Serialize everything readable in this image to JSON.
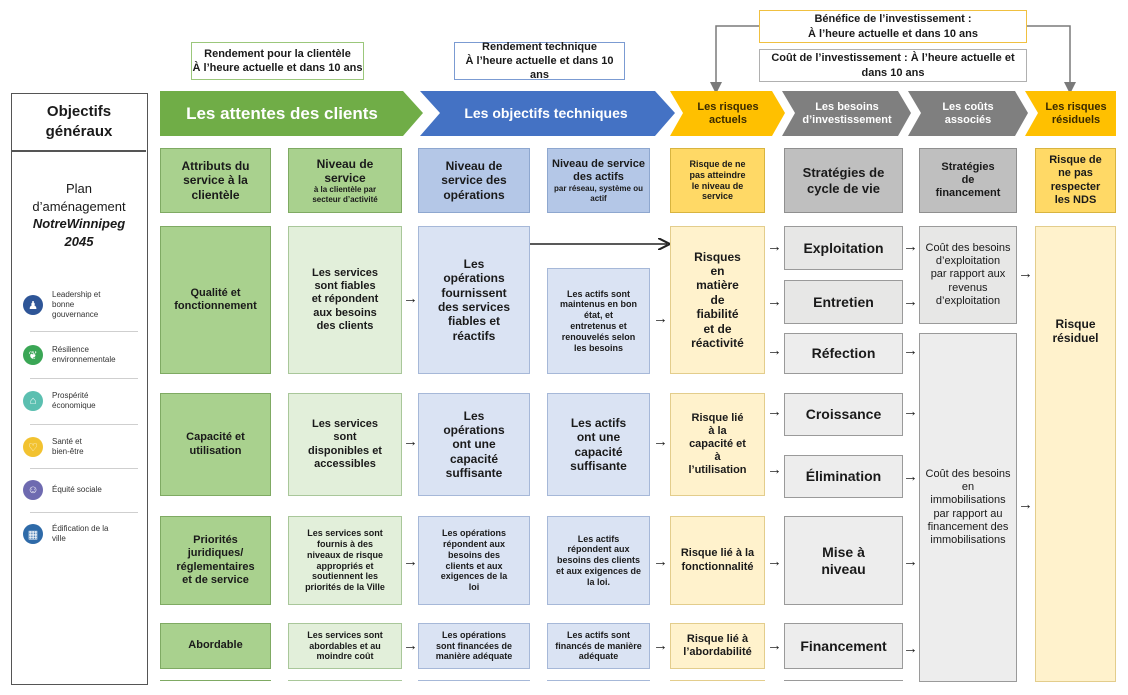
{
  "top_notes": {
    "client_return": [
      "Rendement pour la clientèle",
      "À l’heure actuelle et dans 10 ans"
    ],
    "technical_return": [
      "Rendement technique",
      "À l’heure actuelle et dans 10 ans"
    ],
    "investment_benefit": [
      "Bénéfice de l’investissement :",
      "À l’heure actuelle et dans 10 ans"
    ],
    "investment_cost": [
      "Coût de l’investissement : À l’heure actuelle et",
      "dans 10 ans"
    ]
  },
  "sidebar": {
    "title": [
      "Objectifs",
      "généraux"
    ],
    "plan": [
      "Plan",
      "d’aménagement"
    ],
    "plan_italic": [
      "NotreWinnipeg",
      "2045"
    ],
    "items": [
      {
        "label": [
          "Leadership et",
          "bonne",
          "gouvernance"
        ],
        "color": "#2e5597",
        "glyph": "♟"
      },
      {
        "label": [
          "Résilience",
          "environnementale"
        ],
        "color": "#3aa655",
        "glyph": "❦"
      },
      {
        "label": [
          "Prospérité",
          "économique"
        ],
        "color": "#5bbfb0",
        "glyph": "⌂"
      },
      {
        "label": [
          "Santé et",
          "bien-être"
        ],
        "color": "#f2c230",
        "glyph": "♡"
      },
      {
        "label": [
          "Équité sociale"
        ],
        "color": "#6e6ab0",
        "glyph": "☺"
      },
      {
        "label": [
          "Édification de la",
          "ville"
        ],
        "color": "#2e6aa8",
        "glyph": "▦"
      }
    ]
  },
  "header": {
    "client_expectations": "Les attentes des clients",
    "technical_objectives": "Les objectifs techniques",
    "current_risks": [
      "Les risques",
      "actuels"
    ],
    "investment_needs": [
      "Les besoins",
      "d’investissement"
    ],
    "associated_costs": [
      "Les coûts",
      "associés"
    ],
    "residual_risks": [
      "Les risques",
      "résiduels"
    ]
  },
  "column_heads": {
    "service_attributes": [
      "Attributs du",
      "service à la",
      "clientèle"
    ],
    "service_level_title": [
      "Niveau de",
      "service"
    ],
    "service_level_sub": [
      "à la clientèle par",
      "secteur d’activité"
    ],
    "operations_service": [
      "Niveau de",
      "service des",
      "opérations"
    ],
    "asset_service_title": [
      "Niveau de service",
      "des actifs"
    ],
    "asset_service_sub": [
      "par réseau, système ou",
      "actif"
    ],
    "risk_not_reach": [
      "Risque de ne",
      "pas atteindre",
      "le niveau de",
      "service"
    ],
    "lifecycle": [
      "Stratégies de",
      "cycle de vie"
    ],
    "financing": [
      "Stratégies",
      "de",
      "financement"
    ],
    "risk_nds": [
      "Risque de",
      "ne pas",
      "respecter",
      "les NDS"
    ]
  },
  "rows": {
    "quality": {
      "attribute": [
        "Qualité et",
        "fonctionnement"
      ],
      "service": [
        "Les services",
        "sont fiables",
        "et répondent",
        "aux besoins",
        "des clients"
      ],
      "operations": [
        "Les",
        "opérations",
        "fournissent",
        "des services",
        "fiables et",
        "réactifs"
      ],
      "assets": [
        "Les actifs sont",
        "maintenus en bon",
        "état, et",
        "entretenus et",
        "renouvelés selon",
        "les besoins"
      ],
      "risk": [
        "Risques",
        "en",
        "matière",
        "de",
        "fiabilité",
        "et de",
        "réactivité"
      ]
    },
    "capacity": {
      "attribute": [
        "Capacité et",
        "utilisation"
      ],
      "service": [
        "Les services",
        "sont",
        "disponibles et",
        "accessibles"
      ],
      "operations": [
        "Les",
        "opérations",
        "ont une",
        "capacité",
        "suffisante"
      ],
      "assets": [
        "Les actifs",
        "ont une",
        "capacité",
        "suffisante"
      ],
      "risk": [
        "Risque lié",
        "à la",
        "capacité et",
        "à",
        "l’utilisation"
      ]
    },
    "priorities": {
      "attribute": [
        "Priorités",
        "juridiques/",
        "réglementaires",
        "et de service"
      ],
      "service": [
        "Les services sont",
        "fournis à des",
        "niveaux de risque",
        "appropriés et",
        "soutiennent les",
        "priorités de la Ville"
      ],
      "operations": [
        "Les opérations",
        "répondent aux",
        "besoins des",
        "clients et aux",
        "exigences de la",
        "loi"
      ],
      "assets": [
        "Les actifs",
        "répondent aux",
        "besoins des clients",
        "et aux exigences de",
        "la loi."
      ],
      "risk": [
        "Risque lié à la",
        "fonctionnalité"
      ]
    },
    "affordable": {
      "attribute": "Abordable",
      "service": [
        "Les services sont",
        "abordables et au",
        "moindre coût"
      ],
      "operations": [
        "Les opérations",
        "sont financées de",
        "manière adéquate"
      ],
      "assets": [
        "Les actifs sont",
        "financés de manière",
        "adéquate"
      ],
      "risk": [
        "Risque lié à",
        "l’abordabilité"
      ]
    }
  },
  "strategies": {
    "exploitation": "Exploitation",
    "entretien": "Entretien",
    "refection": "Réfection",
    "croissance": "Croissance",
    "elimination": "Élimination",
    "mise_a_niveau": [
      "Mise à",
      "niveau"
    ],
    "financement": "Financement"
  },
  "costs": {
    "operating": [
      "Coût des besoins",
      "d’exploitation",
      "par rapport aux",
      "revenus",
      "d’exploitation"
    ],
    "capital": [
      "Coût des besoins",
      "en",
      "immobilisations",
      "par rapport au",
      "financement des",
      "immobilisations"
    ]
  },
  "residual": [
    "Risque",
    "résiduel"
  ],
  "colors": {
    "green": "#70ad47",
    "blue": "#4472c4",
    "amber": "#ffc000",
    "grey": "#7f7f7f"
  }
}
